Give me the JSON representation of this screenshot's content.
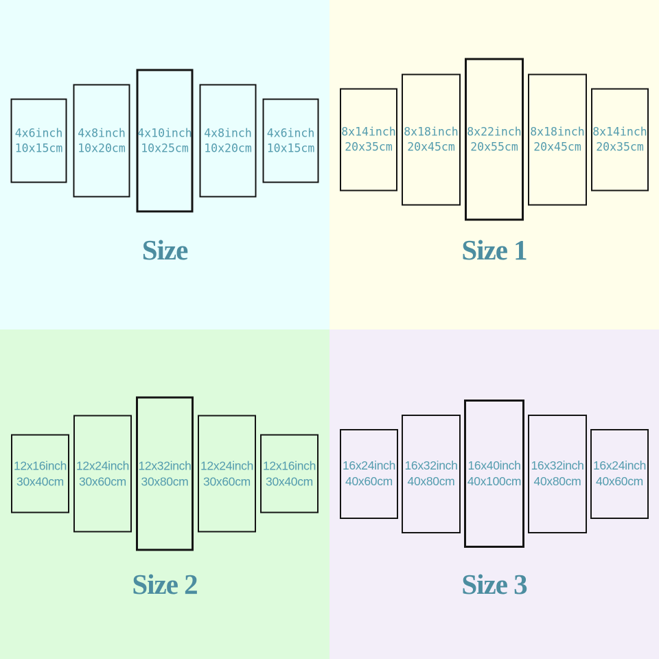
{
  "colors": {
    "panel_text": "#549cae",
    "title_text": "#4c8da0",
    "panel_border": "#141414"
  },
  "quadrants": [
    {
      "title": "Size",
      "background": "#eafffe",
      "panels": [
        {
          "inch": "4x6inch",
          "cm": "10x15cm"
        },
        {
          "inch": "4x8inch",
          "cm": "10x20cm"
        },
        {
          "inch": "4x10inch",
          "cm": "10x25cm"
        },
        {
          "inch": "4x8inch",
          "cm": "10x20cm"
        },
        {
          "inch": "4x6inch",
          "cm": "10x15cm"
        }
      ]
    },
    {
      "title": "Size 1",
      "background": "#fffeea",
      "panels": [
        {
          "inch": "8x14inch",
          "cm": "20x35cm"
        },
        {
          "inch": "8x18inch",
          "cm": "20x45cm"
        },
        {
          "inch": "8x22inch",
          "cm": "20x55cm"
        },
        {
          "inch": "8x18inch",
          "cm": "20x45cm"
        },
        {
          "inch": "8x14inch",
          "cm": "20x35cm"
        }
      ]
    },
    {
      "title": "Size 2",
      "background": "#ddfbdc",
      "panels": [
        {
          "inch": "12x16inch",
          "cm": "30x40cm"
        },
        {
          "inch": "12x24inch",
          "cm": "30x60cm"
        },
        {
          "inch": "12x32inch",
          "cm": "30x80cm"
        },
        {
          "inch": "12x24inch",
          "cm": "30x60cm"
        },
        {
          "inch": "12x16inch",
          "cm": "30x40cm"
        }
      ]
    },
    {
      "title": "Size 3",
      "background": "#f3eef9",
      "panels": [
        {
          "inch": "16x24inch",
          "cm": "40x60cm"
        },
        {
          "inch": "16x32inch",
          "cm": "40x80cm"
        },
        {
          "inch": "16x40inch",
          "cm": "40x100cm"
        },
        {
          "inch": "16x32inch",
          "cm": "40x80cm"
        },
        {
          "inch": "16x24inch",
          "cm": "40x60cm"
        }
      ]
    }
  ]
}
